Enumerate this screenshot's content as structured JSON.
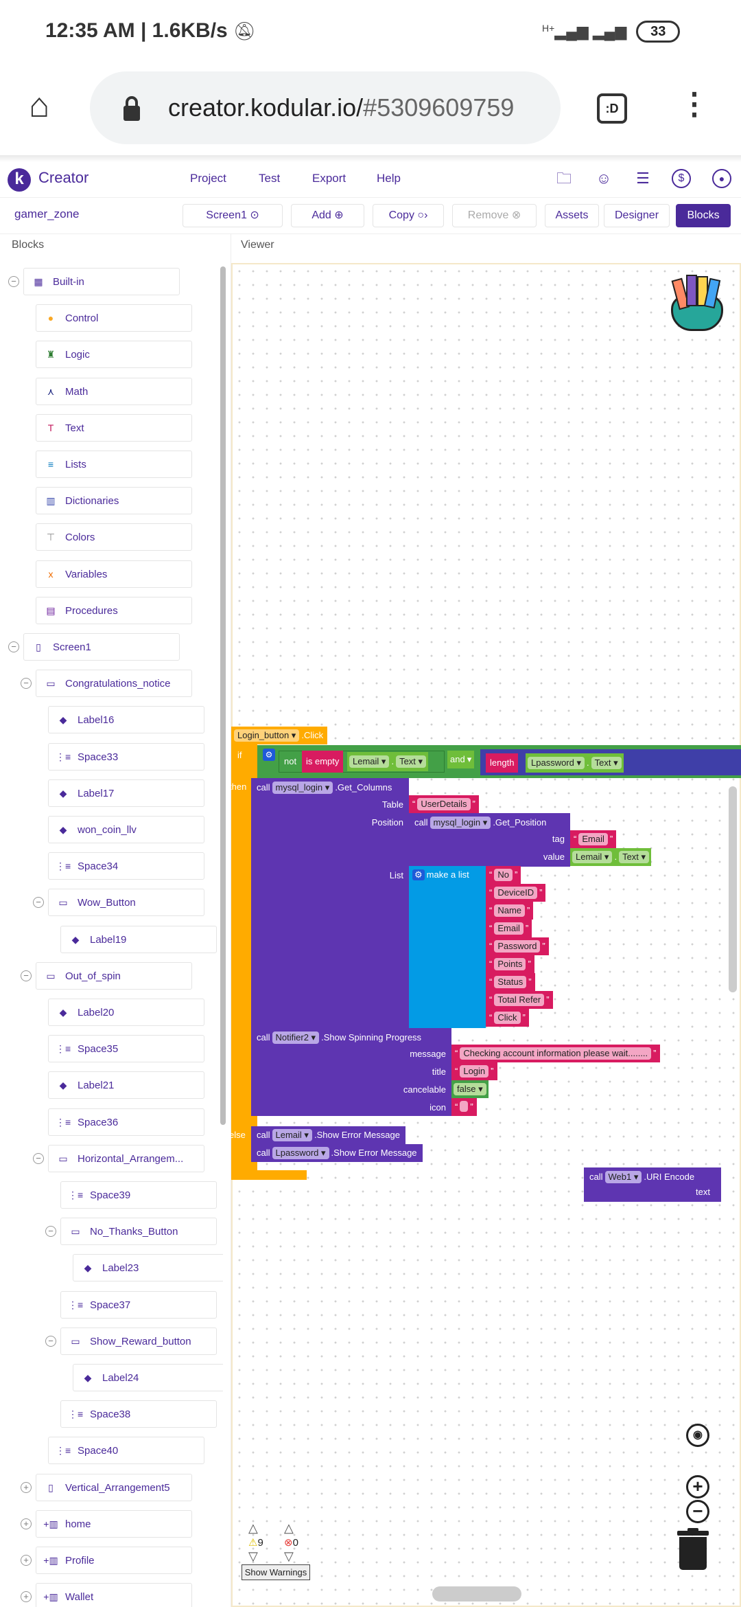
{
  "status_bar": {
    "time": "12:35 AM | 1.6KB/s",
    "network": "H+",
    "battery": "33"
  },
  "browser": {
    "url_host": "creator.kodular.io/",
    "url_hash": "#5309609759",
    "tab_label": ":D"
  },
  "app": {
    "brand": "Creator",
    "logo": "k",
    "menu": [
      "Project",
      "Test",
      "Export",
      "Help"
    ],
    "toolbar": {
      "project": "gamer_zone",
      "screen": "Screen1",
      "add": "Add",
      "copy": "Copy",
      "remove": "Remove",
      "assets": "Assets",
      "designer": "Designer",
      "blocks": "Blocks"
    },
    "panels": {
      "blocks": "Blocks",
      "viewer": "Viewer"
    }
  },
  "tree": [
    {
      "label": "Built-in",
      "depth": 0,
      "toggle": "−",
      "icon": "grid-icon"
    },
    {
      "label": "Control",
      "depth": 1,
      "icon": "control-icon",
      "color": "#f9a825"
    },
    {
      "label": "Logic",
      "depth": 1,
      "icon": "logic-icon",
      "color": "#2e7d32"
    },
    {
      "label": "Math",
      "depth": 1,
      "icon": "math-icon",
      "color": "#1a237e"
    },
    {
      "label": "Text",
      "depth": 1,
      "icon": "text-icon",
      "color": "#c2185b"
    },
    {
      "label": "Lists",
      "depth": 1,
      "icon": "lists-icon",
      "color": "#0277bd"
    },
    {
      "label": "Dictionaries",
      "depth": 1,
      "icon": "dictionaries-icon",
      "color": "#3949ab"
    },
    {
      "label": "Colors",
      "depth": 1,
      "icon": "colors-icon",
      "color": "#888888"
    },
    {
      "label": "Variables",
      "depth": 1,
      "icon": "variables-icon",
      "color": "#ef6c00"
    },
    {
      "label": "Procedures",
      "depth": 1,
      "icon": "procedures-icon",
      "color": "#6a1b9a"
    },
    {
      "label": "Screen1",
      "depth": 0,
      "toggle": "−",
      "icon": "phone-icon"
    },
    {
      "label": "Congratulations_notice",
      "depth": 1,
      "toggle": "−",
      "icon": "dialog-icon"
    },
    {
      "label": "Label16",
      "depth": 2,
      "icon": "label-icon"
    },
    {
      "label": "Space33",
      "depth": 2,
      "icon": "space-icon"
    },
    {
      "label": "Label17",
      "depth": 2,
      "icon": "label-icon"
    },
    {
      "label": "won_coin_llv",
      "depth": 2,
      "icon": "label-icon"
    },
    {
      "label": "Space34",
      "depth": 2,
      "icon": "space-icon"
    },
    {
      "label": "Wow_Button",
      "depth": 2,
      "toggle": "−",
      "icon": "button-icon"
    },
    {
      "label": "Label19",
      "depth": 3,
      "icon": "label-icon"
    },
    {
      "label": "Out_of_spin",
      "depth": 1,
      "toggle": "−",
      "icon": "dialog-icon"
    },
    {
      "label": "Label20",
      "depth": 2,
      "icon": "label-icon"
    },
    {
      "label": "Space35",
      "depth": 2,
      "icon": "space-icon"
    },
    {
      "label": "Label21",
      "depth": 2,
      "icon": "label-icon"
    },
    {
      "label": "Space36",
      "depth": 2,
      "icon": "space-icon"
    },
    {
      "label": "Horizontal_Arrangem...",
      "depth": 2,
      "toggle": "−",
      "icon": "horizontal-arrangement-icon"
    },
    {
      "label": "Space39",
      "depth": 3,
      "icon": "space-icon"
    },
    {
      "label": "No_Thanks_Button",
      "depth": 3,
      "toggle": "−",
      "icon": "button-icon"
    },
    {
      "label": "Label23",
      "depth": 4,
      "icon": "label-icon"
    },
    {
      "label": "Space37",
      "depth": 3,
      "icon": "space-icon"
    },
    {
      "label": "Show_Reward_button",
      "depth": 3,
      "toggle": "−",
      "icon": "button-icon"
    },
    {
      "label": "Label24",
      "depth": 4,
      "icon": "label-icon"
    },
    {
      "label": "Space38",
      "depth": 3,
      "icon": "space-icon"
    },
    {
      "label": "Space40",
      "depth": 2,
      "icon": "space-icon"
    },
    {
      "label": "Vertical_Arrangement5",
      "depth": 1,
      "toggle": "+",
      "icon": "vertical-arrangement-icon"
    },
    {
      "label": "home",
      "depth": 1,
      "toggle": "+",
      "icon": "screen-layout-icon"
    },
    {
      "label": "Profile",
      "depth": 1,
      "toggle": "+",
      "icon": "screen-layout-icon"
    },
    {
      "label": "Wallet",
      "depth": 1,
      "toggle": "+",
      "icon": "screen-layout-icon"
    }
  ],
  "blocks": {
    "event": {
      "component": "Login_button",
      "event": ".Click"
    },
    "if": {
      "if": "if",
      "then": "then",
      "else": "else",
      "not": "not",
      "is_empty": "is empty",
      "lemail": "Lemail",
      "text": "Text",
      "and": "and",
      "length": "length",
      "lpassword": "Lpassword"
    },
    "get_columns": {
      "call": "call",
      "component": "mysql_login",
      "method": ".Get_Columns",
      "table": "Table",
      "position": "Position",
      "list": "List",
      "table_value": "UserDetails"
    },
    "get_position": {
      "call": "call",
      "component": "mysql_login",
      "method": ".Get_Position",
      "tag": "tag",
      "value": "value",
      "tag_value": "Email",
      "value_component": "Lemail",
      "value_prop": "Text"
    },
    "make_list": {
      "label": "make a list",
      "items": [
        "No",
        "DeviceID",
        "Name",
        "Email",
        "Password",
        "Points",
        "Status",
        "Total Refer",
        "Click"
      ]
    },
    "notifier": {
      "call": "call",
      "component": "Notifier2",
      "method": ".Show Spinning Progress",
      "message": "message",
      "title": "title",
      "cancelable": "cancelable",
      "icon": "icon",
      "message_value": "Checking account information please wait........",
      "title_value": "Login",
      "cancelable_value": "false",
      "icon_value": ""
    },
    "else_calls": [
      {
        "call": "call",
        "component": "Lemail",
        "method": ".Show Error Message"
      },
      {
        "call": "call",
        "component": "Lpassword",
        "method": ".Show Error Message"
      }
    ],
    "web": {
      "call": "call",
      "component": "Web1",
      "method": ".URI Encode",
      "param": "text"
    }
  },
  "workspace": {
    "warnings": "9",
    "errors": "0",
    "show_warnings": "Show Warnings"
  }
}
